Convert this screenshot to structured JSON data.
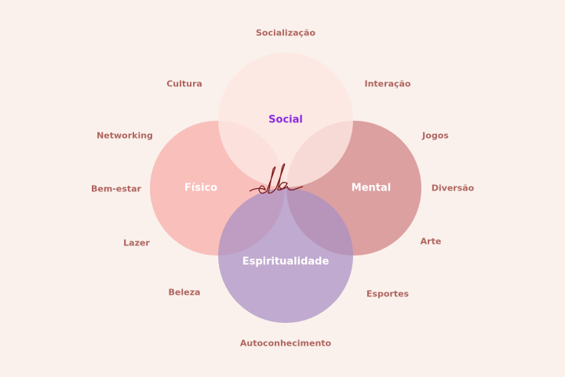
{
  "circles": {
    "social": {
      "label": "Social",
      "color": "#fbe1dd",
      "label_color": "#8a2be2"
    },
    "fisico": {
      "label": "Físico",
      "color": "#f8bcb8"
    },
    "mental": {
      "label": "Mental",
      "color": "#d9999a"
    },
    "espiritualidade": {
      "label": "Espiritualidade",
      "color": "#b9a2cb"
    }
  },
  "logo_text": "ella",
  "outer_labels": [
    "Socialização",
    "Interação",
    "Jogos",
    "Diversão",
    "Arte",
    "Esportes",
    "Autoconhecimento",
    "Beleza",
    "Lazer",
    "Bem-estar",
    "Networking",
    "Cultura"
  ]
}
